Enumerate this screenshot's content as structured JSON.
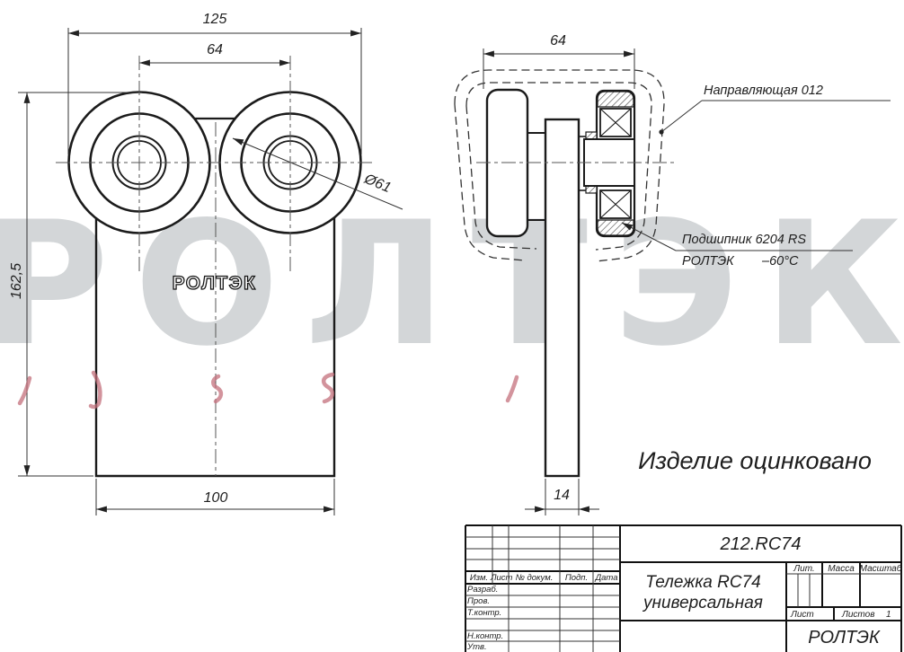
{
  "watermark": {
    "big_text": "РОЛТЭК"
  },
  "front_view": {
    "dim_overall_width": "125",
    "dim_wheel_spacing": "64",
    "dim_height": "162,5",
    "dim_plate_width": "100",
    "dim_wheel_diameter": "Ø61",
    "plate_logo": "РОЛТЭК"
  },
  "side_view": {
    "dim_width": "64",
    "dim_plate_thickness": "14",
    "callout_rail": "Направляющая 012",
    "callout_bearing_line1": "Подшипник 6204 RS",
    "callout_bearing_brand": "РОЛТЭК",
    "callout_bearing_temp": "–60°C"
  },
  "note": "Изделие оцинковано",
  "title_block": {
    "doc_number": "212.RC74",
    "name_line1": "Тележка RC74",
    "name_line2": "универсальная",
    "company": "РОЛТЭК",
    "col_izm": "Изм.",
    "col_list": "Лист",
    "col_doc": "№ докум.",
    "col_podp": "Подп.",
    "col_data": "Дата",
    "row_razrab": "Разраб.",
    "row_prov": "Пров.",
    "row_tkontr": "Т.контр.",
    "row_nkontr": "Н.контр.",
    "row_utv": "Утв.",
    "lit": "Лит.",
    "massa": "Масса",
    "masshtab": "Масштаб",
    "list_label": "Лист",
    "listov_label": "Листов",
    "listov_value": "1"
  }
}
